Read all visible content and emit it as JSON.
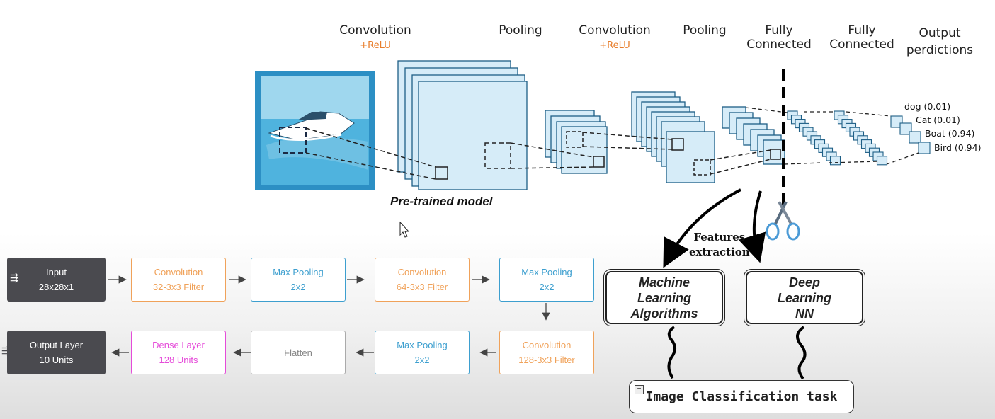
{
  "cnn": {
    "layers": [
      {
        "name": "Convolution",
        "sub": "+ReLU"
      },
      {
        "name": "Pooling",
        "sub": ""
      },
      {
        "name": "Convolution",
        "sub": "+ReLU"
      },
      {
        "name": "Pooling",
        "sub": ""
      },
      {
        "name": "Fully\nConnected",
        "sub": ""
      },
      {
        "name": "Fully\nConnected",
        "sub": ""
      },
      {
        "name": "Output\nperdictions",
        "sub": ""
      }
    ],
    "predictions": [
      "dog (0.01)",
      "Cat (0.01)",
      "Boat (0.94)",
      "Bird (0.94)"
    ],
    "pretrained_label": "Pre-trained model"
  },
  "transfer": {
    "features_label": "Features\nextraction",
    "ml_label": "Machine\nLearning\nAlgorithms",
    "dl_label": "Deep\nLearning\nNN",
    "task_label": "Image Classification task"
  },
  "flow": {
    "input": {
      "title": "Input",
      "sub": "28x28x1"
    },
    "conv1": {
      "title": "Convolution",
      "sub": "32-3x3 Filter"
    },
    "pool1": {
      "title": "Max Pooling",
      "sub": "2x2"
    },
    "conv2": {
      "title": "Convolution",
      "sub": "64-3x3 Filter"
    },
    "pool2": {
      "title": "Max Pooling",
      "sub": "2x2"
    },
    "conv3": {
      "title": "Convolution",
      "sub": "128-3x3 Filter"
    },
    "pool3": {
      "title": "Max Pooling",
      "sub": "2x2"
    },
    "flatten": {
      "title": "Flatten"
    },
    "dense": {
      "title": "Dense Layer",
      "sub": "128 Units"
    },
    "output": {
      "title": "Output Layer",
      "sub": "10 Units"
    }
  },
  "colors": {
    "relu": "#e87d2a",
    "conv": "#f0a25a",
    "pool": "#3d9fcf",
    "dense": "#e54bd9",
    "flatten": "#aaaaaa",
    "dark": "#4a4a4f",
    "layer_fill": "#d6ecf8",
    "layer_stroke": "#1e5f86"
  },
  "icons": [
    "boat-image",
    "scissors-icon",
    "cursor-icon",
    "collapse-icon"
  ]
}
